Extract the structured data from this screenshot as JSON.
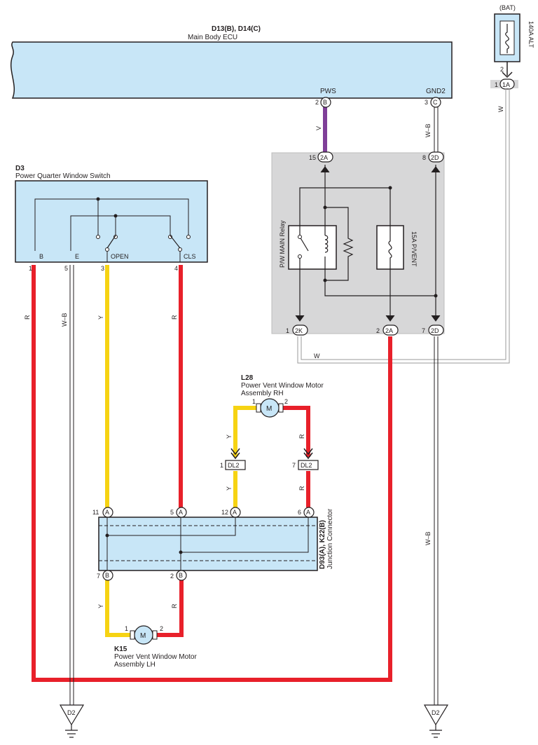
{
  "colors": {
    "ecu_fill": "#c8e6f7",
    "relay_box_fill": "#d7d7d8",
    "wire_red": "#e8202a",
    "wire_yellow": "#f6d313",
    "wire_violet": "#7f3f98",
    "outline": "#231f20"
  },
  "ecu": {
    "code": "D13(B), D14(C)",
    "name": "Main Body ECU",
    "term_pws": "PWS",
    "term_gnd2": "GND2",
    "pin_pws": "2",
    "conn_pws": "B",
    "pin_gnd2": "3",
    "conn_gnd2": "C"
  },
  "bat": {
    "label": "(BAT)",
    "fuse": "140A ALT",
    "pin_top": "2",
    "pin_1a": "1",
    "conn_1a": "1A"
  },
  "switch": {
    "code": "D3",
    "name": "Power Quarter Window Switch",
    "term_b": "B",
    "term_e": "E",
    "term_open": "OPEN",
    "term_cls": "CLS",
    "pin_b": "1",
    "pin_e": "5",
    "pin_open": "3",
    "pin_cls": "4"
  },
  "relay_box": {
    "relay_name": "P/W MAIN Relay",
    "fuse_name": "15A P/VENT",
    "pin_in_v": "15",
    "conn_in_v": "2A",
    "pin_in_wb": "8",
    "conn_in_wb": "2D",
    "pin_out_w": "1",
    "conn_out_w": "2K",
    "pin_out_r": "2",
    "conn_out_r": "2A",
    "pin_out_wb": "7",
    "conn_out_wb": "2D"
  },
  "motor_rh": {
    "code": "L28",
    "name_line1": "Power Vent Window Motor",
    "name_line2": "Assembly RH",
    "symbol": "M",
    "pin1": "1",
    "pin2": "2",
    "dl2_left_pin": "1",
    "dl2_right_pin": "7",
    "dl2_label": "DL2"
  },
  "junction": {
    "code": "D93(A), K22(B)",
    "name": "Junction Connector",
    "top_pins": [
      "11",
      "5",
      "12",
      "6"
    ],
    "top_conn": "A",
    "bottom_pins": [
      "7",
      "2"
    ],
    "bottom_conn": "B"
  },
  "motor_lh": {
    "code": "K15",
    "name_line1": "Power Vent Window Motor",
    "name_line2": "Assembly LH",
    "symbol": "M",
    "pin1": "1",
    "pin2": "2"
  },
  "wires": {
    "v": "V",
    "wb": "W–B",
    "w": "W",
    "r": "R",
    "y": "Y"
  },
  "grounds": {
    "left": "D2",
    "right": "D2"
  }
}
